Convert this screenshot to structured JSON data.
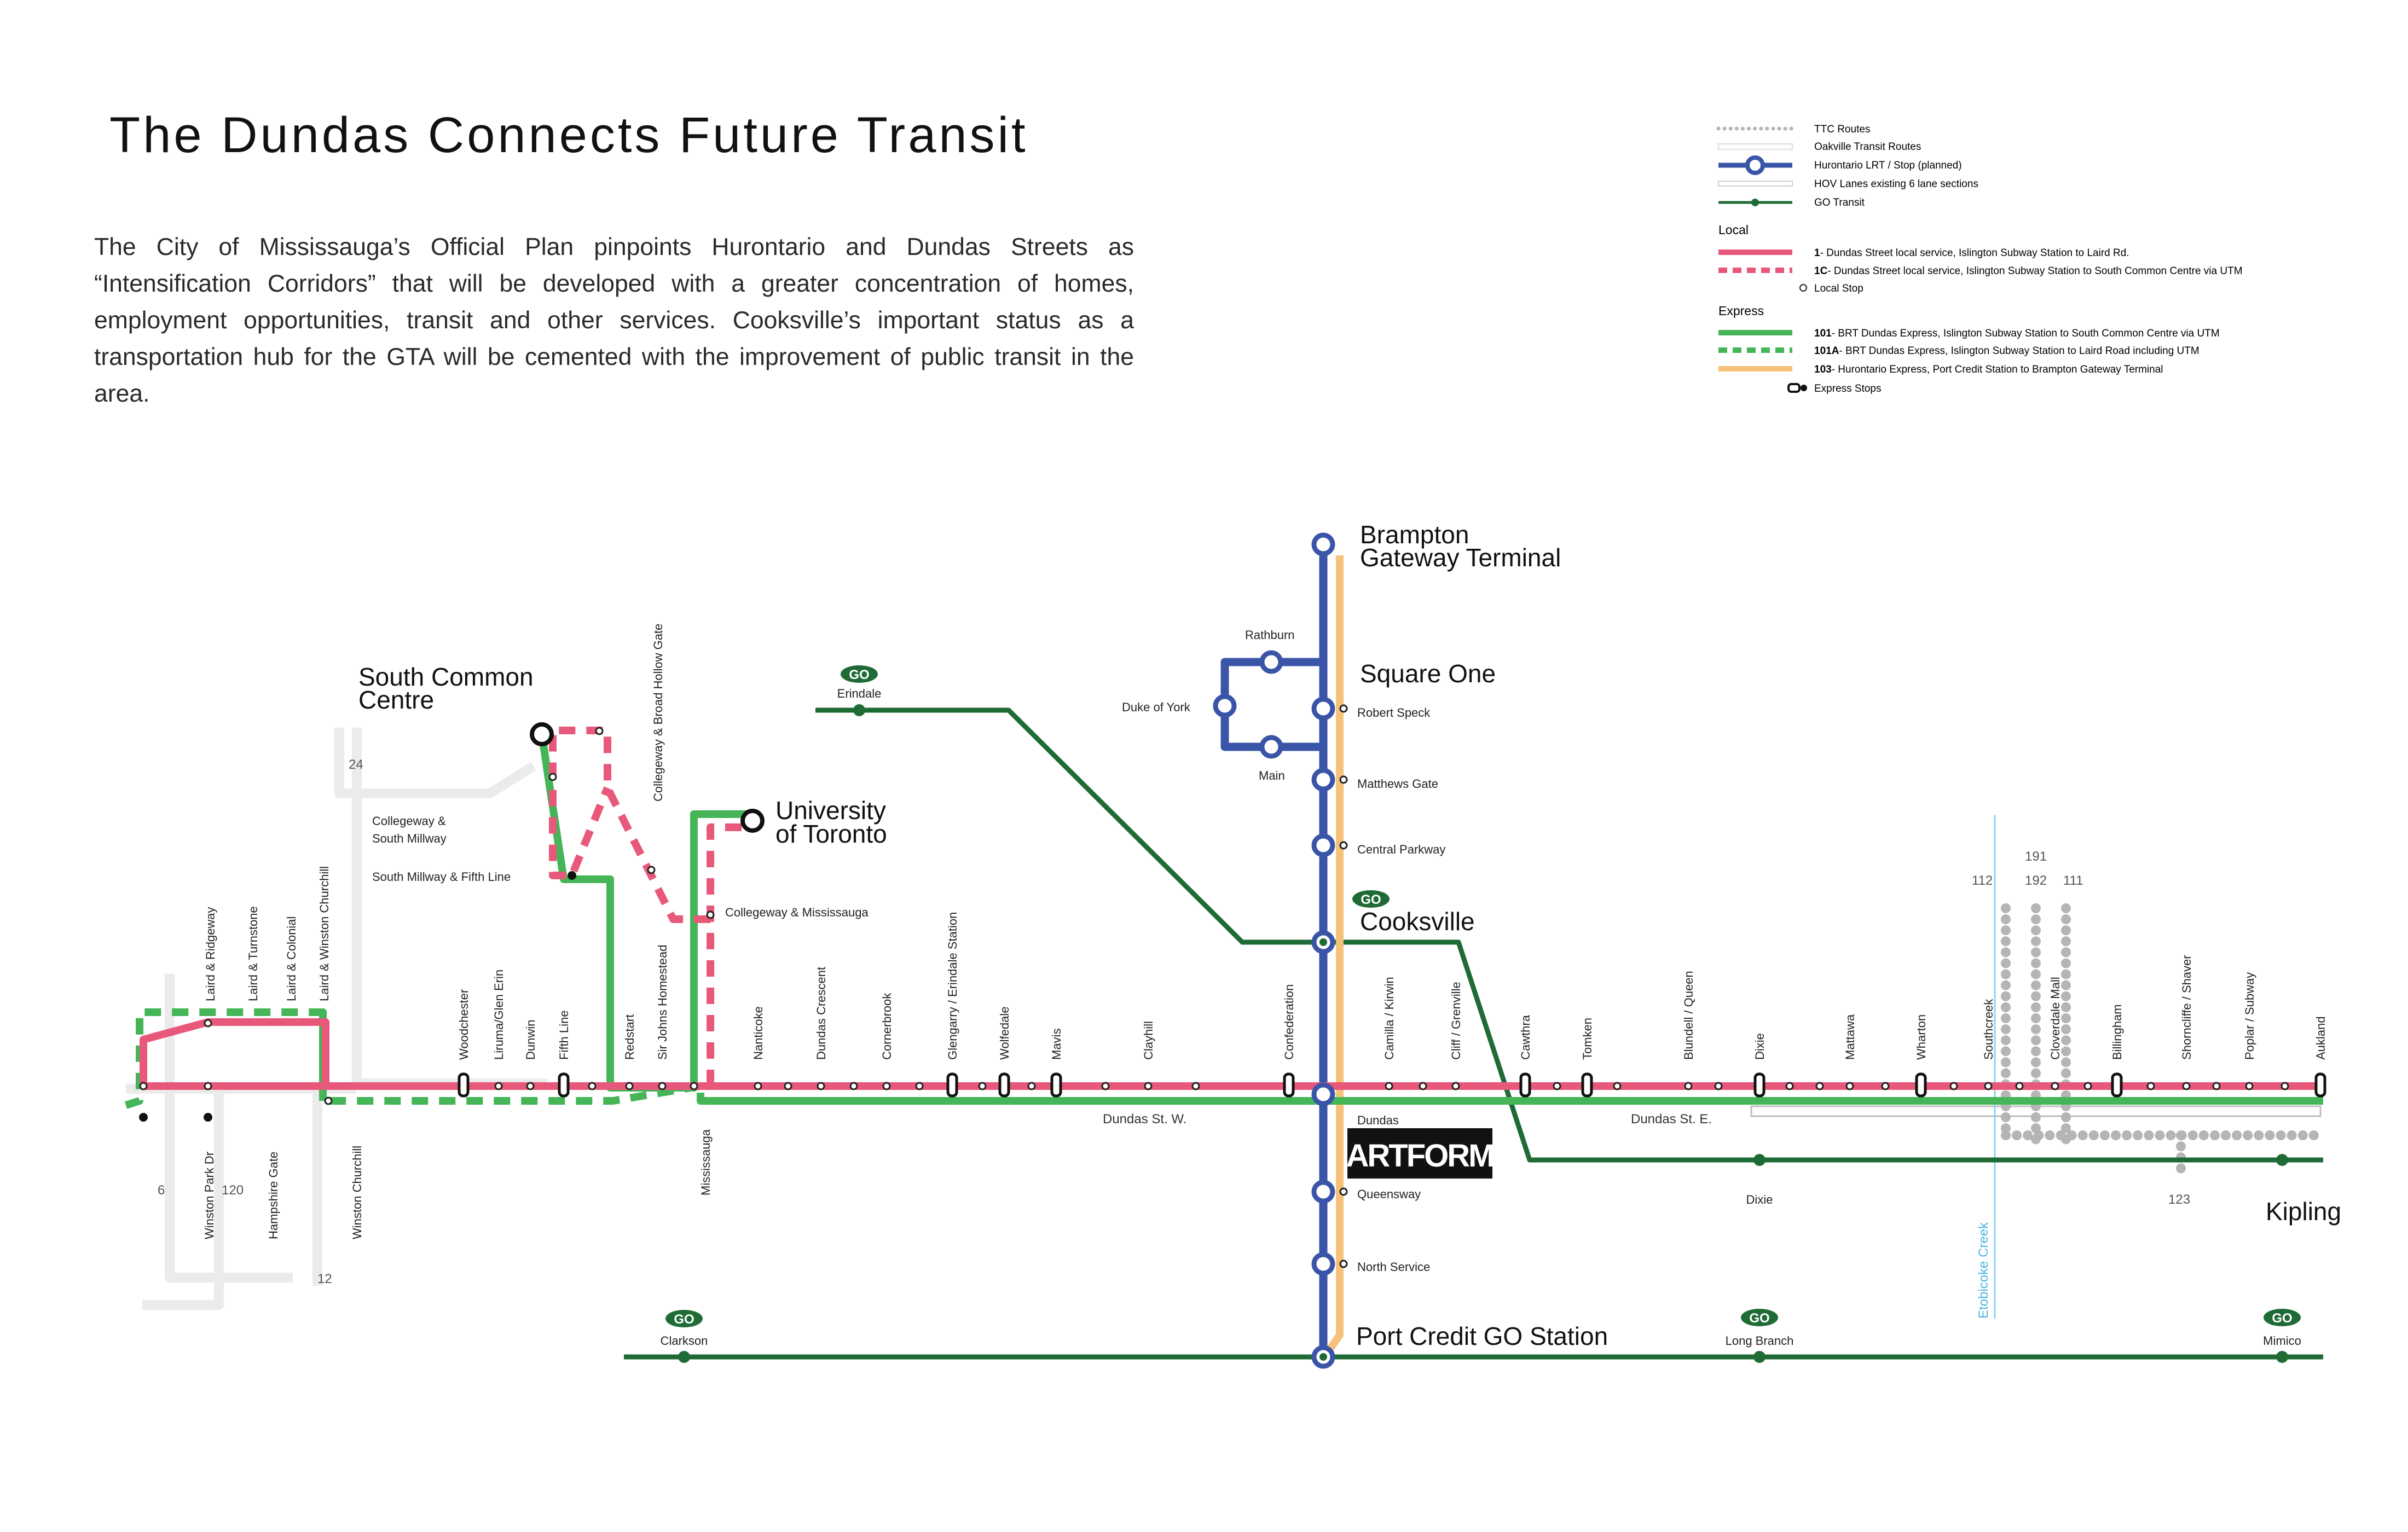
{
  "title": "The Dundas Connects Future Transit",
  "intro": "The City of Mississauga’s Official Plan pinpoints Hurontario and Dundas Streets as “Intensification Corridors” that will be developed with a greater concentration of homes, employment opportunities, transit and other services. Cooksville’s important status as a transportation hub for the GTA will be cemented with the improvement of public transit in the area.",
  "legend": {
    "ttc": "TTC Routes",
    "oakville": "Oakville Transit Routes",
    "hurontario": "Hurontario LRT / Stop (planned)",
    "hov": "HOV Lanes existing 6 lane sections",
    "go": "GO Transit",
    "local_head": "Local",
    "route1_num": "1",
    "route1": "- Dundas Street local service, Islington Subway Station to Laird Rd.",
    "route1c_num": "1C",
    "route1c": "- Dundas Street local service, Islington Subway Station to South Common Centre via UTM",
    "local_stop": "Local Stop",
    "express_head": "Express",
    "route101_num": "101",
    "route101": "- BRT Dundas Express, Islington Subway Station to South Common Centre via UTM",
    "route101a_num": "101A",
    "route101a": "- BRT Dundas Express, Islington Subway Station to Laird Road including UTM",
    "route103_num": "103",
    "route103": "- Hurontario Express, Port Credit Station to Brampton Gateway Terminal",
    "express_stops": "Express Stops"
  },
  "colors": {
    "local": "#e8587a",
    "express": "#45b557",
    "lrt": "#3a55a8",
    "go": "#1f6b35",
    "hurontario_express": "#f6c27a",
    "ttc": "#b5b5b5",
    "oakville": "#e9e9e9",
    "creek": "#8fd3ee"
  },
  "labels": {
    "brampton": [
      "Brampton",
      "Gateway Terminal"
    ],
    "square_one": "Square One",
    "cooksville": "Cooksville",
    "port_credit": "Port Credit GO Station",
    "south_common": [
      "South Common",
      "Centre"
    ],
    "utm": [
      "University",
      "of Toronto"
    ],
    "kipling": "Kipling",
    "rathburn": "Rathburn",
    "duke_of_york": "Duke of York",
    "main": "Main",
    "robert_speck": "Robert Speck",
    "matthews_gate": "Matthews Gate",
    "central_parkway": "Central Parkway",
    "queensway": "Queensway",
    "north_service": "North Service",
    "dundas": "Dundas",
    "dundas_w": "Dundas St. W.",
    "dundas_e": "Dundas St. E.",
    "artform": "ARTFORM",
    "go_logo": "GO",
    "erindale": "Erindale",
    "clarkson": "Clarkson",
    "dixie_go": "Dixie",
    "long_branch": "Long Branch",
    "mimico": "Mimico",
    "etobicoke_creek": "Etobicoke Creek",
    "collegeway_south_millway": [
      "Collegeway &",
      "South Millway"
    ],
    "south_millway_fifth": "South Millway & Fifth Line",
    "collegeway_mississauga": "Collegeway & Mississauga",
    "collegeway_broad": "Collegeway & Broad Hollow Gate",
    "mississauga": "Mississauga",
    "winston_park": "Winston Park Dr",
    "hampshire_gate": "Hampshire Gate",
    "winston_churchill": "Winston Churchill",
    "laird_ridgeway": "Laird & Ridgeway",
    "laird_turnstone": "Laird & Turnstone",
    "laird_colonial": "Laird & Colonial",
    "laird_winston": "Laird & Winston Churchill",
    "route_6": "6",
    "route_120": "120",
    "route_12": "12",
    "route_24": "24",
    "ttc_191": "191",
    "ttc_112": "112",
    "ttc_192": "192",
    "ttc_111": "111",
    "ttc_123": "123"
  },
  "dundas_stops": [
    "Woodchester",
    "Liruma/Glen Erin",
    "Dunwin",
    "Fifth Line",
    "Redstart",
    "Sir Johns Homestead",
    "Nanticoke",
    "Dundas Crescent",
    "Cornerbrook",
    "Glengarry / Erindale Station",
    "Wolfedale",
    "Mavis",
    "Clayhill",
    "Confederation",
    "Camilla / Kirwin",
    "Cliff / Grenville",
    "Cawthra",
    "Tomken",
    "Blundell / Queen",
    "Dixie",
    "Mattawa",
    "Wharton",
    "Southcreek",
    "Cloverdale Mall",
    "Billingham",
    "Shorncliffe / Shaver",
    "Poplar / Subway",
    "Aukland"
  ]
}
